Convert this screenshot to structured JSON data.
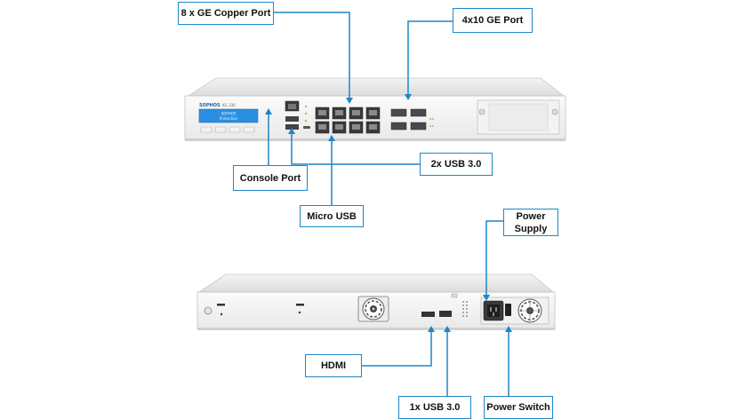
{
  "front_panel": {
    "brand": "SOPHOS",
    "model": "XG 330",
    "lcd_line1": "SOPHOS",
    "lcd_line2": "Protection"
  },
  "callouts": {
    "copper_ports": "8 x GE Copper Port",
    "ten_ge_ports": "4x10 GE Port",
    "usb_front": "2x USB 3.0",
    "console": "Console Port",
    "micro_usb": "Micro USB",
    "power_supply_line1": "Power",
    "power_supply_line2": "Supply",
    "hdmi": "HDMI",
    "usb_rear": "1x USB 3.0",
    "power_switch": "Power Switch"
  }
}
